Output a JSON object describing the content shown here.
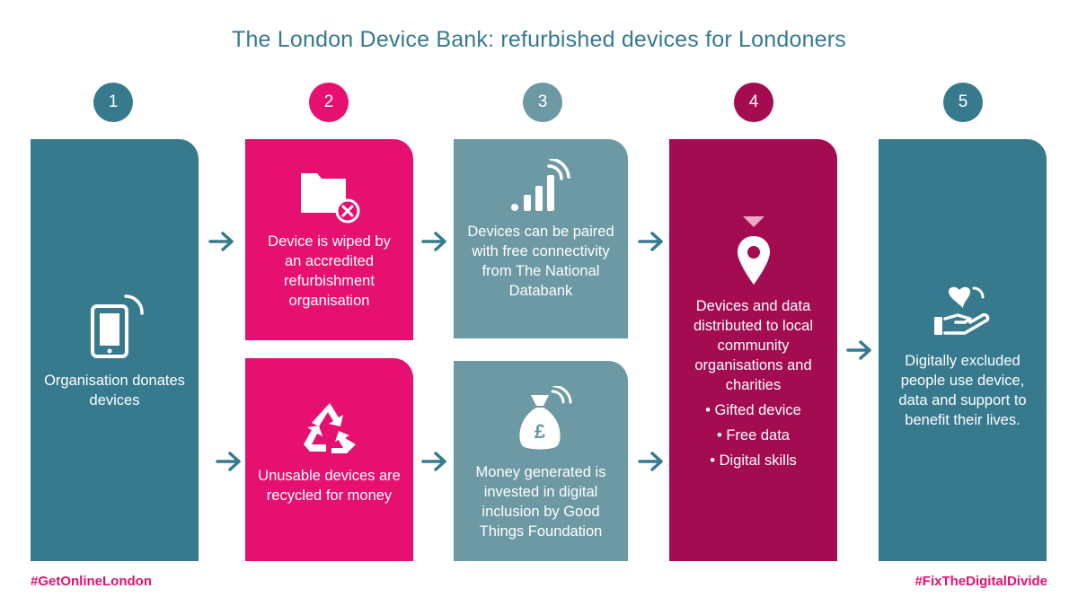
{
  "title": "The London Device Bank: refurbished devices for Londoners",
  "steps": [
    {
      "number": "1"
    },
    {
      "number": "2"
    },
    {
      "number": "3"
    },
    {
      "number": "4"
    },
    {
      "number": "5"
    }
  ],
  "boxes": {
    "donate": "Organisation donates devices",
    "wipe": "Device is wiped by an accredited refurbishment organisation",
    "recycle": "Unusable devices are recycled for money",
    "connectivity": "Devices can be paired with free connectivity from The National Databank",
    "money": "Money generated is invested in digital inclusion by Good Things Foundation",
    "distribute": "Devices and data distributed to local community organisations and charities",
    "distribute_items": [
      "• Gifted device",
      "• Free data",
      "• Digital skills"
    ],
    "benefit": "Digitally excluded people use device, data and support to benefit their lives."
  },
  "hashtags": {
    "left": "#GetOnlineLondon",
    "right": "#FixTheDigitalDivide"
  },
  "colors": {
    "teal": "#377a8e",
    "pink": "#e5106f",
    "grey": "#6c99a4",
    "plum": "#a40c52"
  }
}
